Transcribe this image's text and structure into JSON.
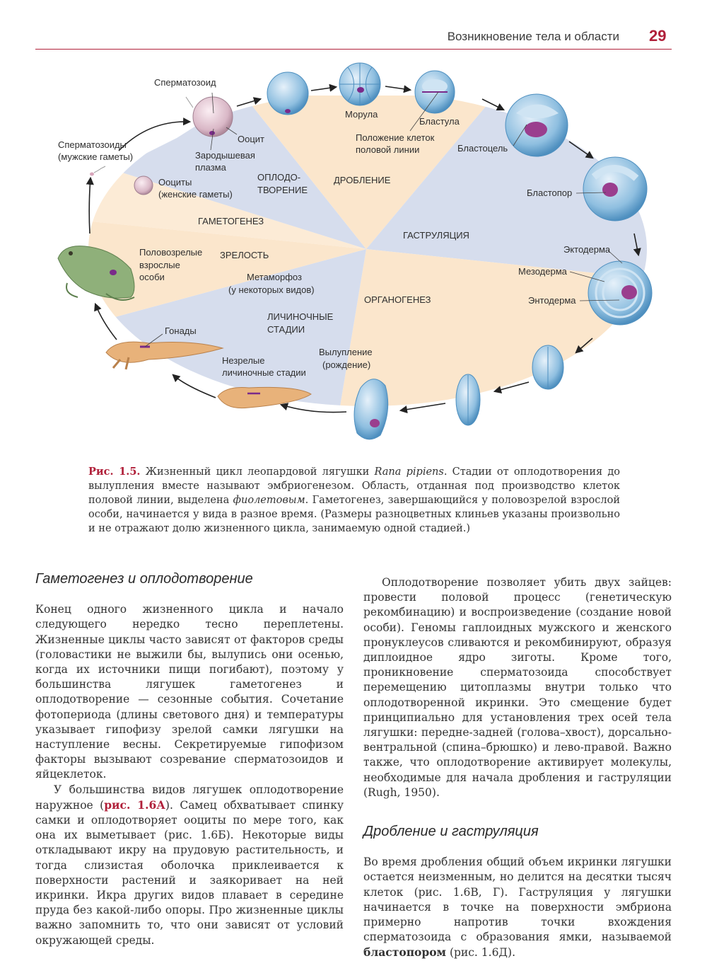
{
  "header": {
    "title": "Возникновение тела и области",
    "page_number": "29"
  },
  "figure": {
    "labels": {
      "spermatozoid": "Сперматозоид",
      "oocyte": "Ооцит",
      "germ_plasm_1": "Зародышевая",
      "germ_plasm_2": "плазма",
      "sperms_1": "Сперматозоиды",
      "sperms_2": "(мужские гаметы)",
      "oocytes_1": "Ооциты",
      "oocytes_2": "(женские гаметы)",
      "morula": "Морула",
      "blastula": "Бластула",
      "germline_1": "Положение клеток",
      "germline_2": "половой линии",
      "blastocoel": "Бластоцель",
      "blastopore": "Бластопор",
      "ectoderm": "Эктодерма",
      "mesoderm": "Мезодерма",
      "endoderm": "Энтодерма",
      "hatching_1": "Вылупление",
      "hatching_2": "(рождение)",
      "immature_1": "Незрелые",
      "immature_2": "личиночные стадии",
      "gonads": "Гонады",
      "adults_1": "Половозрелые",
      "adults_2": "взрослые",
      "adults_3": "особи",
      "metamorphosis_1": "Метаморфоз",
      "metamorphosis_2": "(у некоторых видов)"
    },
    "stages": {
      "fertilization_1": "ОПЛОДО-",
      "fertilization_2": "ТВОРЕНИЕ",
      "cleavage": "ДРОБЛЕНИЕ",
      "gametogenesis": "ГАМЕТОГЕНЕЗ",
      "maturity": "ЗРЕЛОСТЬ",
      "gastrulation": "ГАСТРУЛЯЦИЯ",
      "organogenesis": "ОРГАНОГЕНЕЗ",
      "larval_1": "ЛИЧИНОЧНЫЕ",
      "larval_2": "СТАДИИ"
    },
    "colors": {
      "wedge_blue": "#d6dded",
      "wedge_peach": "#fbe6cc",
      "germline": "#7a2a8a",
      "egg_blue": "#7fb4d8",
      "frog_green": "#8fb07a",
      "tadpole": "#e8b27a"
    }
  },
  "caption": {
    "label": "Рис. 1.5.",
    "t1": " Жизненный цикл леопардовой лягушки ",
    "species": "Rana pipiens",
    "t2": ". Стадии от оплодотворения до вылупления вместе называют эмбриогенезом. Область, отданная под производство клеток половой линии, выделена ",
    "violet": "фиолетовым",
    "t3": ". Гаметогенез, завершающийся у половозрелой взрослой особи, начинается у вида в разное время. (Размеры разноцветных клиньев указаны произвольно и не отражают долю жизненного цикла, занимаемую одной стадией.)"
  },
  "left_col": {
    "heading": "Гаметогенез и оплодотворение",
    "p1": "Конец одного жизненного цикла и начало следующего нередко тесно переплетены. Жизненные циклы часто зависят от факторов среды (головастики не выжили бы, вылупись они осенью, когда их источники пищи погибают), поэтому у большинства лягушек гаметогенез и оплодотворение — сезонные события. Сочетание фотопериода (длины светового дня) и температуры указывает гипофизу зрелой самки лягушки на наступление весны. Секретируемые гипофизом факторы вызывают созревание сперматозоидов и яйцеклеток.",
    "p2a": "У большинства видов лягушек оплодотворение наружное (",
    "p2ref": "рис. 1.6А",
    "p2b": "). Самец обхватывает спинку самки и оплодотворяет ооциты по мере того, как она их выметывает (рис. 1.6Б). Некоторые виды откладывают икру на прудовую растительность, и тогда слизистая оболочка приклеивается к поверхности растений и заякоривает на ней икринки. Икра других видов плавает в середине пруда без какой-либо опоры. Про жизненные циклы важно запомнить то, что они зависят от условий окружающей среды."
  },
  "right_col": {
    "p1": "Оплодотворение позволяет убить двух зайцев: провести половой процесс (генетическую рекомбинацию) и воспроизведение (создание новой особи). Геномы гаплоидных мужского и женского пронуклеусов сливаются и рекомбинируют, образуя диплоидное ядро зиготы. Кроме того, проникновение сперматозоида способствует перемещению цитоплазмы внутри только что оплодотворенной икринки. Это смещение будет принципиально для установления трех осей тела лягушки: передне-задней (голова–хвост), дорсально-вентральной (спина–брюшко) и лево-правой. Важно также, что оплодотворение активирует молекулы, необходимые для начала дробления и гаструляции (Rugh, 1950).",
    "heading": "Дробление и гаструляция",
    "p2a": "Во время дробления общий объем икринки лягушки остается неизменным, но делится на десятки тысяч клеток (рис. 1.6В, Г). Гаструляция у лягушки начинается в точке на поверхности эмбриона примерно напротив точки вхождения сперматозоида с образования ямки, называемой ",
    "p2b": "бластопором",
    "p2c": " (рис. 1.6Д)."
  }
}
